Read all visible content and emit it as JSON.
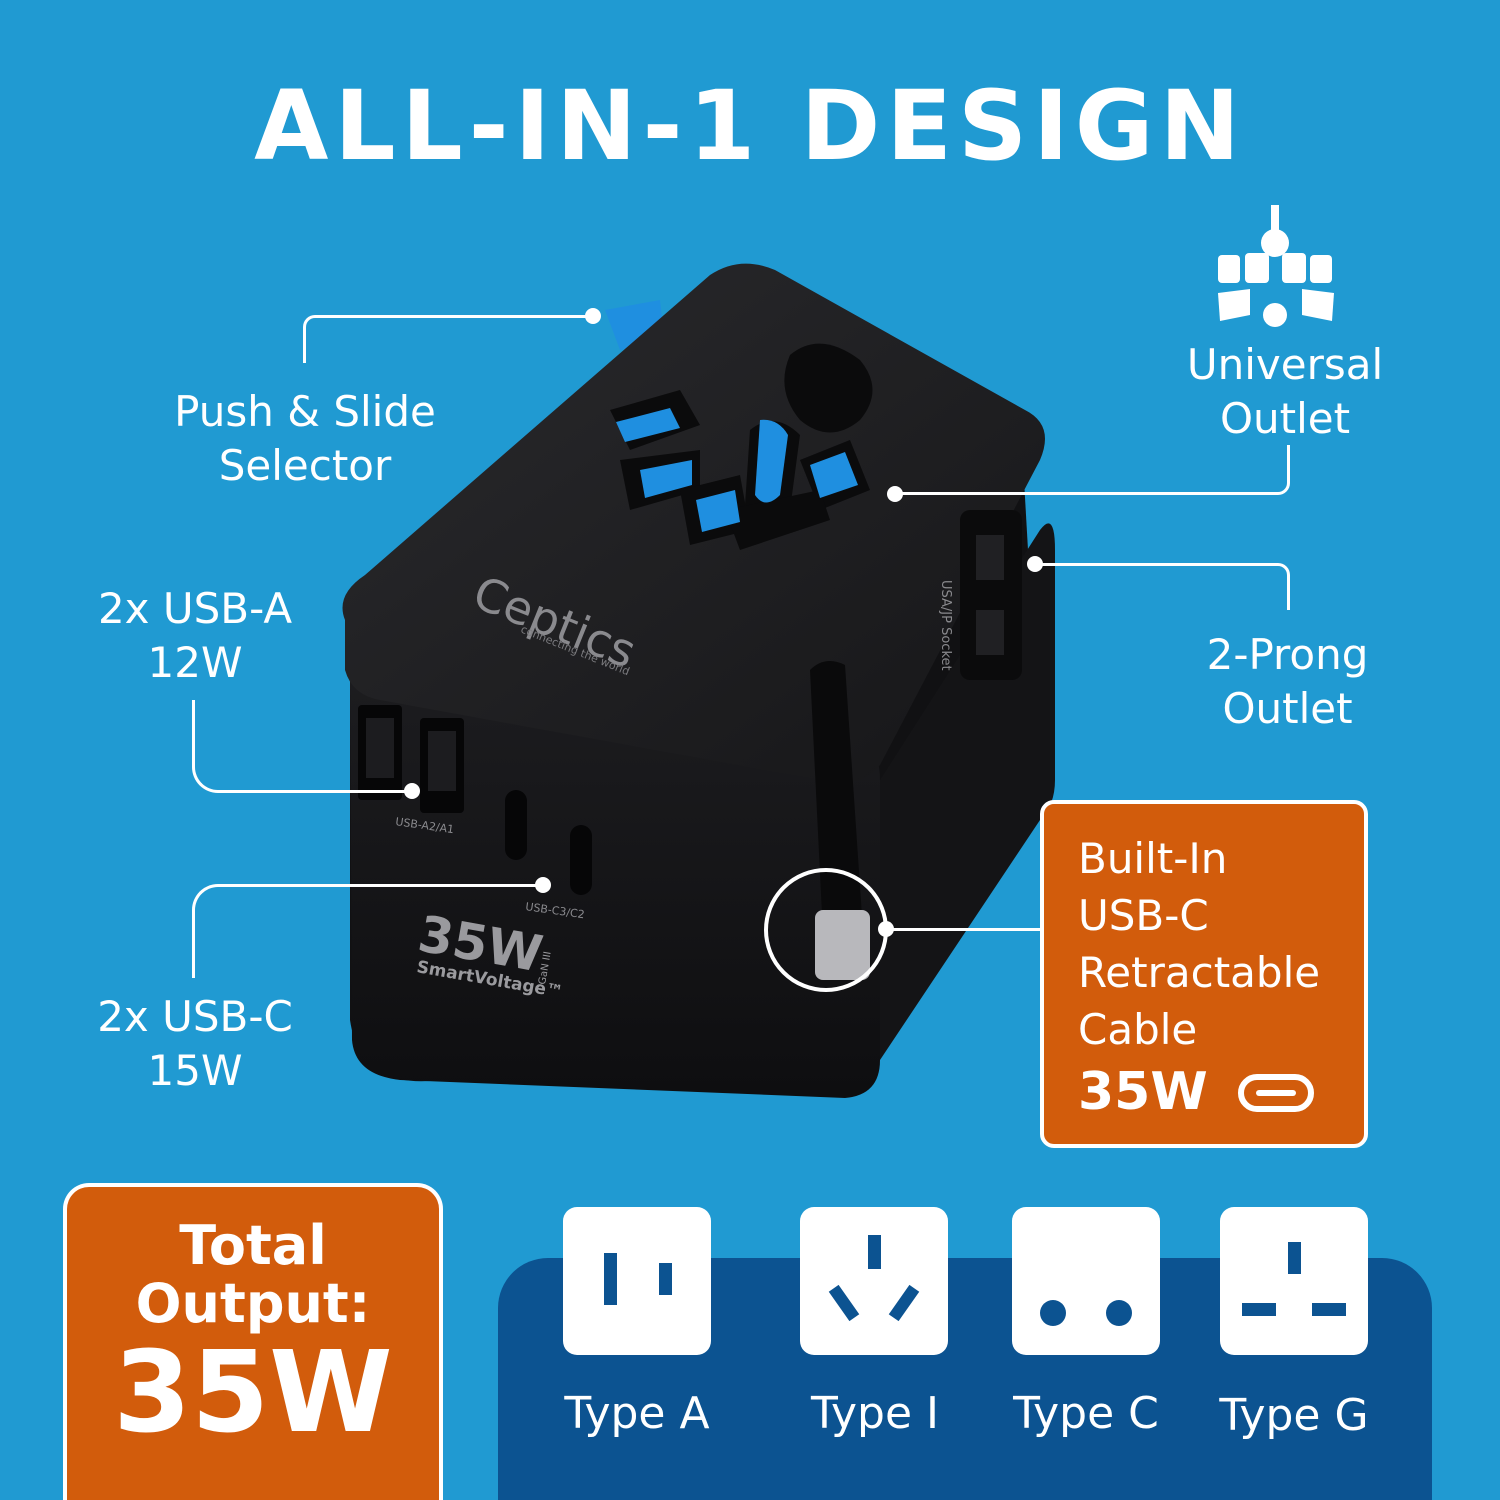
{
  "title": "ALL-IN-1 DESIGN",
  "callouts": {
    "push_slide": [
      "Push & Slide",
      "Selector"
    ],
    "universal": [
      "Universal",
      "Outlet"
    ],
    "usb_a": [
      "2x USB-A",
      "12W"
    ],
    "two_prong": [
      "2-Prong",
      "Outlet"
    ],
    "usb_c": [
      "2x USB-C",
      "15W"
    ]
  },
  "built_in": {
    "lines": [
      "Built-In",
      "USB-C",
      "Retractable",
      "Cable"
    ],
    "power": "35W"
  },
  "total": {
    "line1": "Total",
    "line2": "Output:",
    "value": "35W"
  },
  "device": {
    "brand": "Ceptics",
    "tagline": "connecting the world",
    "usb_a_port_label": "USB-A2/A1",
    "usb_c_port_label": "USB-C3/C2",
    "socket_label": "USA/JP Socket",
    "power_label": "35W",
    "smart_label": "SmartVoltage™",
    "gan_label": "GaN III"
  },
  "plug_types": [
    {
      "label": "Type A",
      "icon": "plug-type-a-icon"
    },
    {
      "label": "Type I",
      "icon": "plug-type-i-icon"
    },
    {
      "label": "Type C",
      "icon": "plug-type-c-icon"
    },
    {
      "label": "Type G",
      "icon": "plug-type-g-icon"
    }
  ],
  "colors": {
    "background": "#209ad2",
    "accent_orange": "#d25c0c",
    "band_navy": "#0c5391",
    "device_black": "#1a1a1c",
    "outlet_blue": "#1f8fe0"
  }
}
